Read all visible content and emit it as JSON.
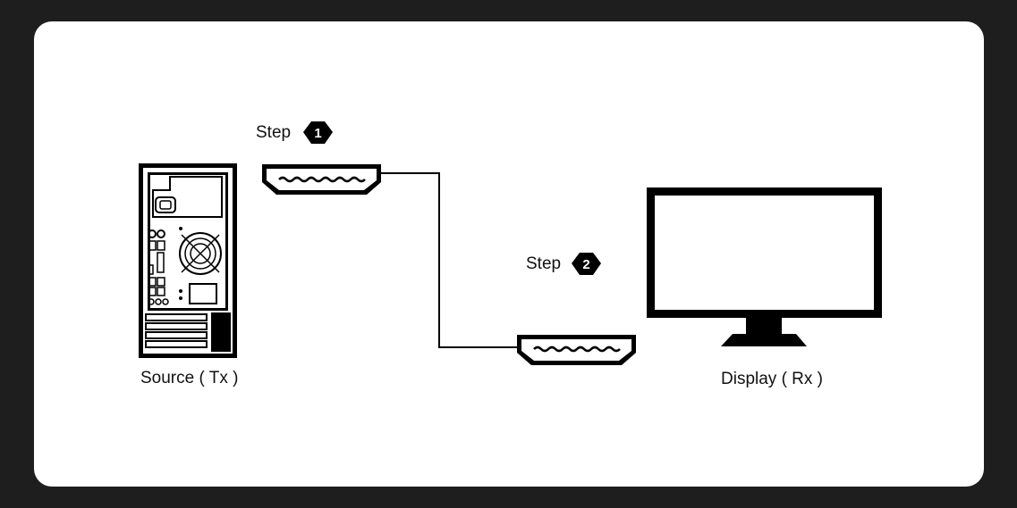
{
  "colors": {
    "background": "#1e1e1e",
    "card": "#ffffff",
    "ink": "#000000"
  },
  "steps": [
    {
      "label": "Step",
      "number": "1"
    },
    {
      "label": "Step",
      "number": "2"
    }
  ],
  "devices": {
    "source": {
      "label": "Source ( Tx )",
      "icon": "computer-tower-icon"
    },
    "display": {
      "label": "Display ( Rx )",
      "icon": "monitor-icon"
    }
  },
  "cable": {
    "icon": "hdmi-connector-icon"
  }
}
